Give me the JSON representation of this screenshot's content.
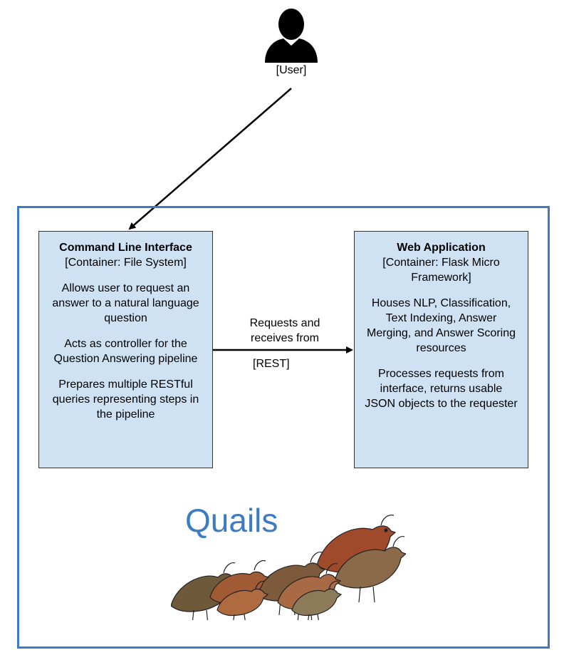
{
  "user": {
    "label": "[User]",
    "icon": "person-silhouette-icon"
  },
  "relationship": {
    "label": "Requests and receives from",
    "label_lines": [
      "Requests and",
      "receives from"
    ],
    "technology": "[REST]"
  },
  "system": {
    "name": "Quails",
    "color": "#3d7cc4"
  },
  "containers": {
    "cli": {
      "title": "Command Line Interface",
      "type": "[Container: File System]",
      "descriptions": [
        "Allows user to request an answer to a natural language question",
        "Acts as controller for the Question Answering pipeline",
        "Prepares multiple RESTful queries representing steps in the pipeline"
      ]
    },
    "web": {
      "title": "Web Application",
      "type": "[Container: Flask Micro Framework]",
      "descriptions": [
        "Houses NLP, Classification, Text Indexing, Answer Merging, and Answer Scoring resources",
        "Processes requests from interface, returns usable JSON objects to the requester"
      ]
    }
  },
  "colors": {
    "container_fill": "#cfe2f3",
    "boundary": "#3d7cc4"
  }
}
